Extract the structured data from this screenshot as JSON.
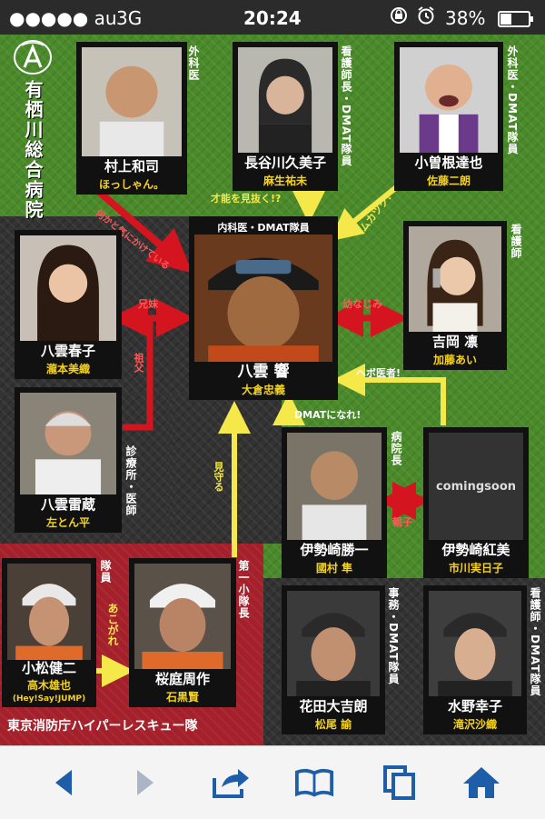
{
  "status": {
    "carrier": "●●●●● au",
    "network": "3G",
    "time": "20:24",
    "battery": "38%"
  },
  "hospital": {
    "name": "有栖川総合病院"
  },
  "team": {
    "name": "東京消防庁ハイパーレスキュー隊"
  },
  "characters": {
    "murakami": {
      "name": "村上和司",
      "actor": "ほっしゃん。",
      "role": "外科医"
    },
    "hasegawa": {
      "name": "長谷川久美子",
      "actor": "麻生祐未",
      "role": "看護師長・DMAT隊員"
    },
    "kosone": {
      "name": "小曽根達也",
      "actor": "佐藤二朗",
      "role": "外科医・DMAT隊員"
    },
    "hibiki": {
      "name": "八雲 響",
      "actor": "大倉忠義",
      "role": "内科医・DMAT隊員"
    },
    "haruko": {
      "name": "八雲春子",
      "actor": "瀧本美織",
      "role": ""
    },
    "raizo": {
      "name": "八雲雷蔵",
      "actor": "左とん平",
      "role": "診療所・医師"
    },
    "yoshioka": {
      "name": "吉岡 凛",
      "actor": "加藤あい",
      "role": "看護師"
    },
    "isezaki_s": {
      "name": "伊勢崎勝一",
      "actor": "國村 隼",
      "role": "病院長"
    },
    "isezaki_k": {
      "name": "伊勢崎紅美",
      "actor": "市川実日子",
      "role": ""
    },
    "komatsu": {
      "name": "小松健二",
      "actor": "高木雄也",
      "actor2": "(Hey!Say!JUMP)",
      "role": "隊員"
    },
    "sakuraba": {
      "name": "桜庭周作",
      "actor": "石黒賢",
      "role": "第一小隊長"
    },
    "hanada": {
      "name": "花田大吉朗",
      "actor": "松尾 諭",
      "role": "事務・DMAT隊員"
    },
    "mizuno": {
      "name": "水野幸子",
      "actor": "滝沢沙織",
      "role": "看護師・DMAT隊員"
    }
  },
  "placeholder": {
    "text": "comingsoon"
  },
  "relations": {
    "hasegawa_hibiki": "才能を見抜く!?",
    "kosone_hibiki": "ムカツク!",
    "murakami_hibiki": "何かと気にかけている",
    "yoshioka_hibiki": "幼なじみ",
    "haruko_hibiki": "兄妹",
    "raizo_family": "祖父",
    "isezaki_hibiki": "DMATになれ!",
    "kumi_hibiki": "ヘボ医者!",
    "isezaki_kumi": "親子",
    "sakuraba_hibiki": "見守る",
    "komatsu_sakuraba": "あこがれ"
  },
  "colors": {
    "green": "#4a8a2a",
    "dark": "#333333",
    "red": "#a4202a",
    "yellow_arrow": "#f5e84a",
    "red_arrow": "#d4141e"
  }
}
